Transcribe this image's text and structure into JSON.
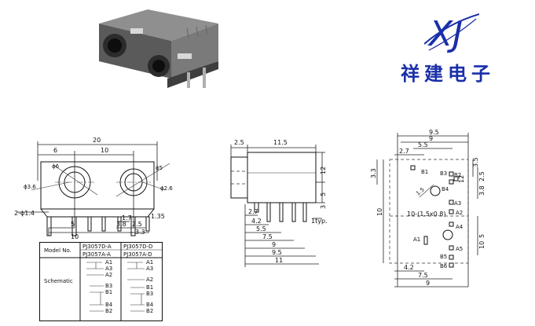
{
  "logo": {
    "mark": "XJ",
    "company": "祥建电子"
  },
  "front_view": {
    "dims": {
      "overall_width": "20",
      "left_to_center": "6",
      "center_spacing": "10",
      "hole_left": "ϕ6",
      "hole_right": "ϕ5",
      "boss_left": "ϕ3.6",
      "boss_right": "ϕ2.6",
      "pins": "2-ϕ1.4",
      "pin_5": "5",
      "pin_10": "10",
      "pin_17": "1.7",
      "pin_38": "3.8",
      "pin_25": "2.5",
      "pin_33": "3.3",
      "pin_135": "1.35"
    }
  },
  "side_view": {
    "dims": {
      "top_25": "2.5",
      "top_115": "11.5",
      "right_12": "12",
      "right_5": "5",
      "right_3": "3",
      "typ": "1typ.",
      "d27": "2.7",
      "d42": "4.2",
      "d55": "5.5",
      "d75": "7.5",
      "d9": "9",
      "d95": "9.5",
      "d11": "11"
    }
  },
  "pcb_view": {
    "dims": {
      "top_95": "9.5",
      "top_9": "9",
      "top_55": "5.5",
      "top_27": "2.7",
      "right_35": "3.5",
      "right_25": "2.5",
      "right_38": "3.8",
      "right_12": "12",
      "left_33": "3.3",
      "left_10": "10",
      "left_15": "1.5",
      "holes": "10-(1.5x0.8)",
      "right_5": "5",
      "right_10": "10",
      "bot_42": "4.2",
      "bot_75": "7.5",
      "bot_9": "9"
    },
    "pins": {
      "b1": "B1",
      "b3": "B3",
      "b2": "B2",
      "a3": "A3",
      "a2": "A2",
      "a4": "A4",
      "a1": "A1",
      "a5": "A5",
      "b4": "B4",
      "b5": "B5",
      "b6": "B6"
    }
  },
  "table": {
    "header_label": "Model No.",
    "models": [
      "PJ3057D-A",
      "PJ3057D-D",
      "PJ3057A-A",
      "PJ3057A-D"
    ],
    "row_label": "Schematic",
    "schematic_a": [
      "A1",
      "A3",
      "A2",
      "B3",
      "B1",
      "B4",
      "B2"
    ],
    "schematic_d": [
      "A1",
      "A3",
      "A2",
      "B1",
      "B3",
      "B4",
      "B2"
    ]
  }
}
